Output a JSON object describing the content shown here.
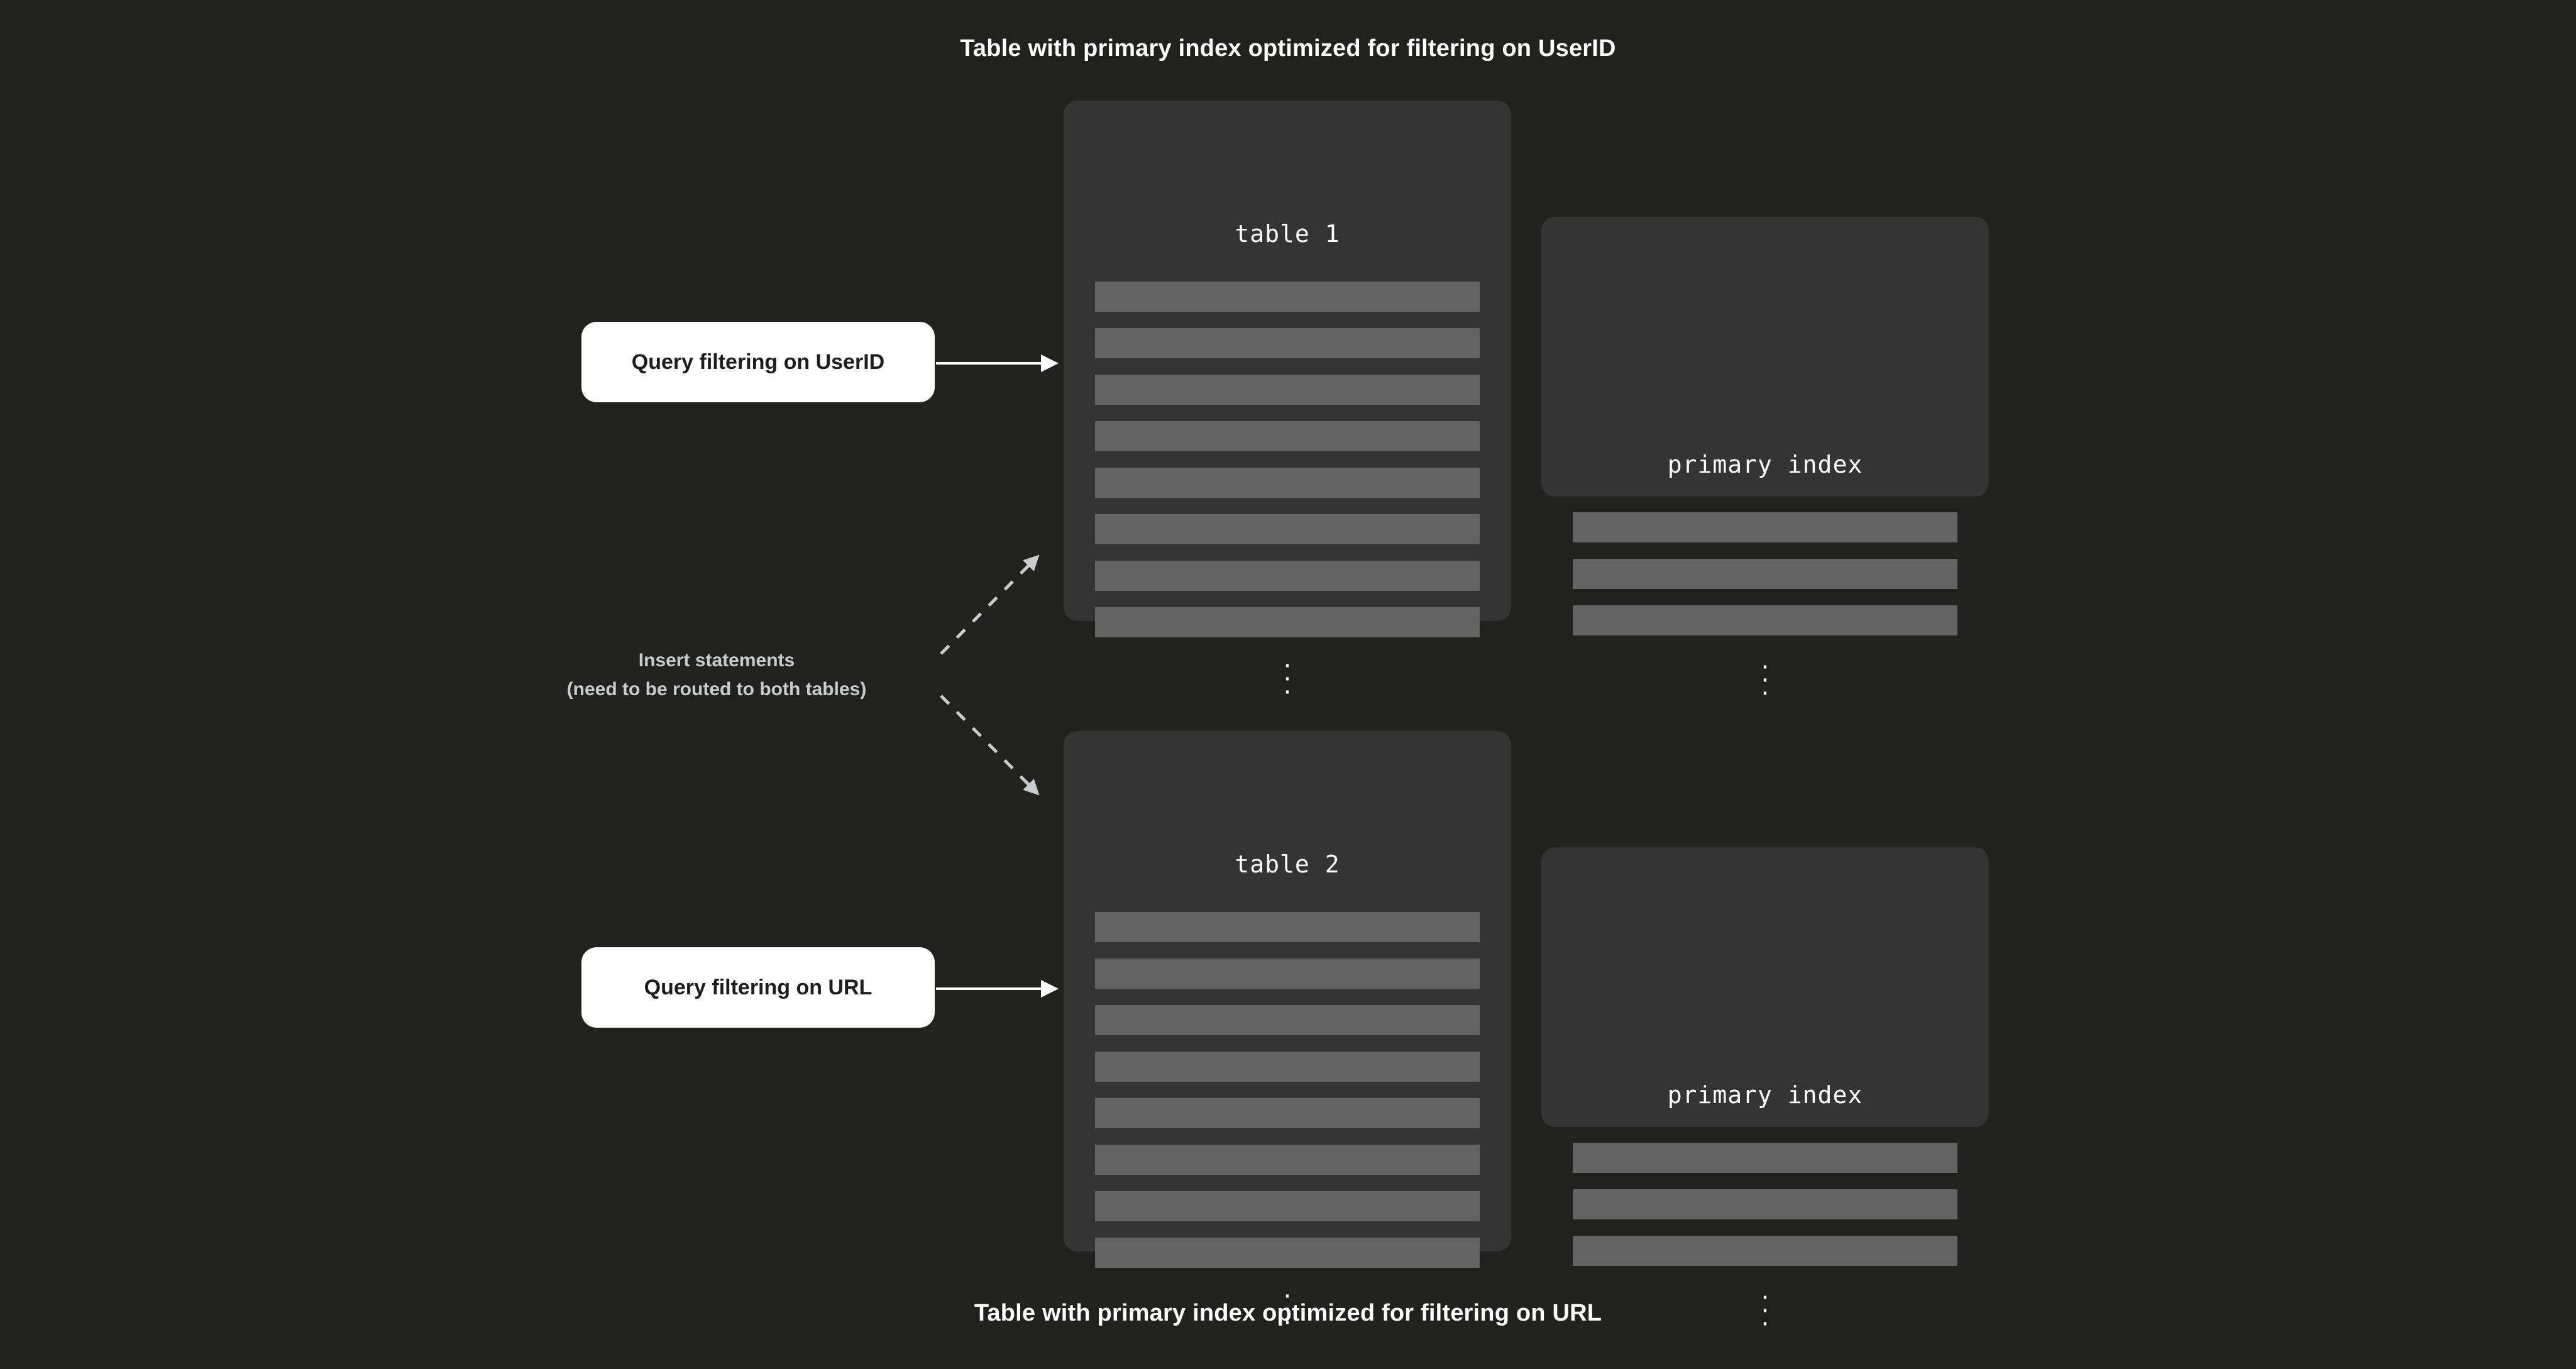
{
  "page": {
    "background_color": "#212120",
    "card_color": "#343434",
    "row_color": "#636363",
    "accent_white": "#ffffff",
    "muted_text_color": "#c9cccd",
    "dark_text_color": "#1d1d1b"
  },
  "titles": {
    "top": "Table with primary index optimized for filtering on UserID",
    "bottom": "Table with primary index optimized for filtering on URL"
  },
  "tables": [
    {
      "name": "table 1",
      "row_count": 8,
      "rows": [
        "",
        "",
        "",
        "",
        "",
        "",
        "",
        ""
      ],
      "ellipsis": "⋮"
    },
    {
      "name": "table 2",
      "row_count": 8,
      "rows": [
        "",
        "",
        "",
        "",
        "",
        "",
        "",
        ""
      ],
      "ellipsis": "⋮"
    }
  ],
  "indexes": [
    {
      "name": "primary index",
      "row_count": 3,
      "rows": [
        "",
        "",
        ""
      ],
      "ellipsis": "⋮"
    },
    {
      "name": "primary index",
      "row_count": 3,
      "rows": [
        "",
        "",
        ""
      ],
      "ellipsis": "⋮"
    }
  ],
  "queries": [
    {
      "label": "Query filtering on UserID"
    },
    {
      "label": "Query filtering on URL"
    }
  ],
  "insert_label": {
    "line1": "Insert statements",
    "line2": "(need to be routed to both tables)"
  },
  "arrows": {
    "solid_color": "#ffffff",
    "dashed_color": "#c9cccd",
    "solid_count": 2,
    "dashed_count": 2
  }
}
